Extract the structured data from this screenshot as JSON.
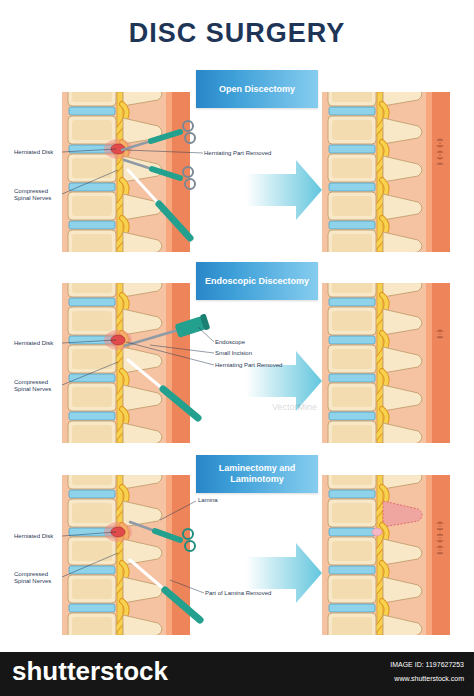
{
  "diagram": {
    "title": "DISC SURGERY",
    "nodes": [
      {
        "text": [
          "Open Discectomy"
        ]
      },
      {
        "text": [
          "Endoscopic Discectomy"
        ]
      },
      {
        "text": [
          "Laminectomy and Laminotomy"
        ]
      }
    ],
    "labels": [
      "Herniated Disk",
      "Compressed Spinal Nerves",
      "Herniating Part Removed",
      "Herniated Disk",
      "Compressed Spinal Nerves",
      "Endoscope",
      "Small Incision",
      "Herniating Part Removed",
      "Lamina",
      "Herniated Disk",
      "Compressed Spinal Nerves",
      "Part of Lamina Removed",
      "VectorMine",
      "shutterstock",
      "IMAGE ID: 1197627253",
      "www.shutterstock.com"
    ]
  }
}
